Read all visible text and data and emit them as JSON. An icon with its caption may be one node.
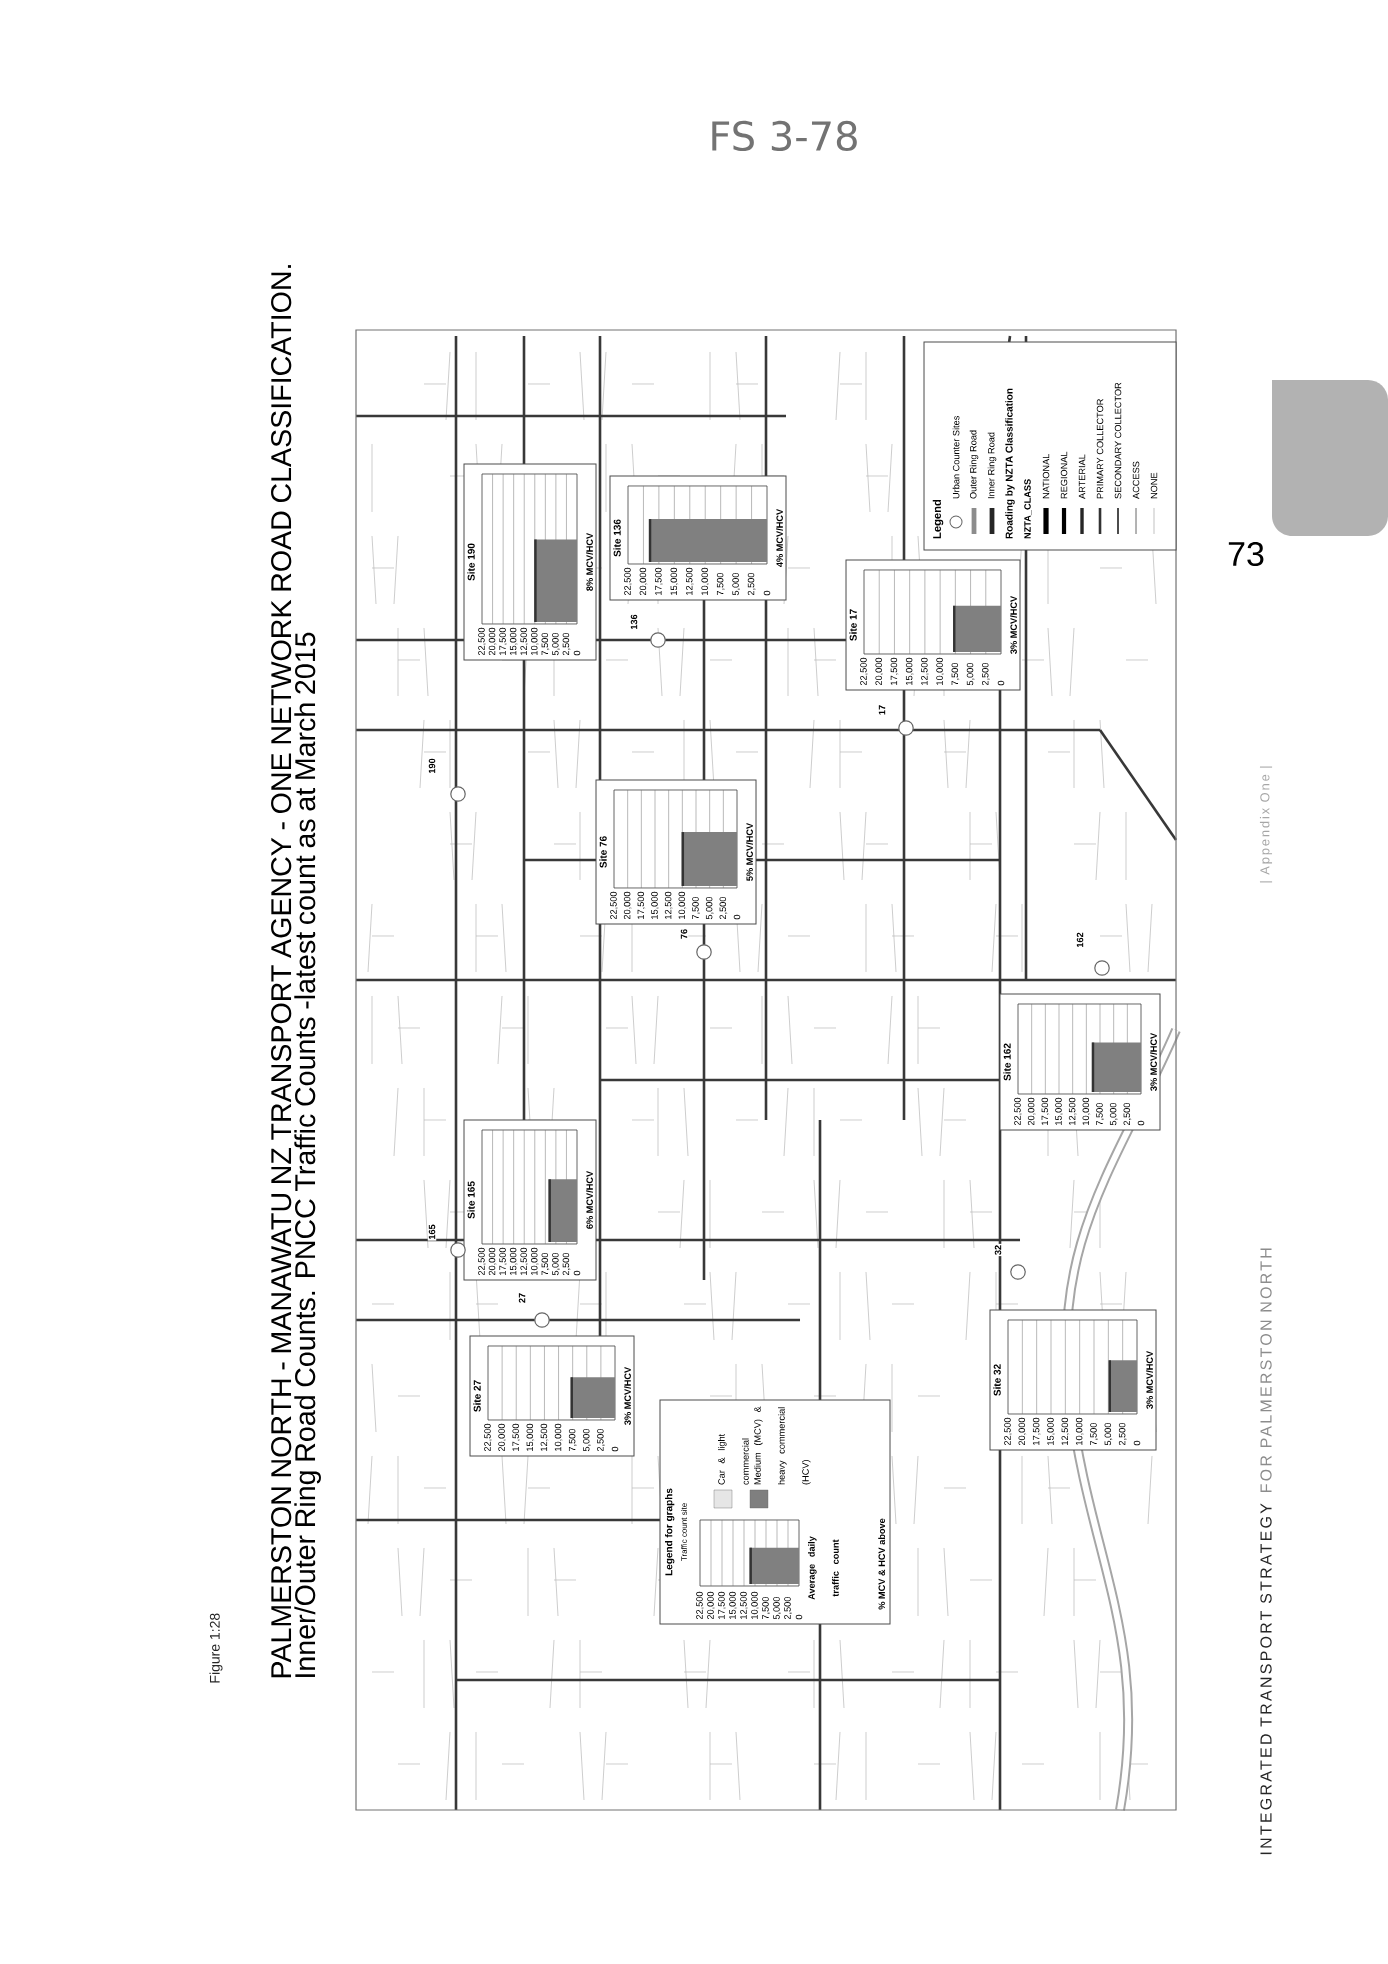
{
  "diagram": {
    "title": "PALMERSTON NORTH - MANAWATU NZ TRANSPORT AGENCY - ONE NETWORK ROAD CLASSIFICATION. Inner/Outer Ring Road Counts. PNCC Traffic Counts -latest count as at March 2015",
    "nodes": [
      {
        "text": [
          "Site 190",
          "22,500",
          "20,000",
          "17,500",
          "15,000",
          "12,500",
          "10,000",
          "7,500",
          "5,000",
          "2,500",
          "0",
          "8% MCV/HCV"
        ]
      },
      {
        "text": [
          "Site 136",
          "22,500",
          "20,000",
          "17,500",
          "15,000",
          "12,500",
          "10,000",
          "7,500",
          "5,000",
          "2,500",
          "0",
          "4% MCV/HCV"
        ]
      },
      {
        "text": [
          "Site 17",
          "22,500",
          "20,000",
          "17,500",
          "15,000",
          "12,500",
          "10,000",
          "7,500",
          "5,000",
          "2,500",
          "0",
          "3% MCV/HCV"
        ]
      },
      {
        "text": [
          "Site 76",
          "22,500",
          "20,000",
          "17,500",
          "15,000",
          "12,500",
          "10,000",
          "7,500",
          "5,000",
          "2,500",
          "0",
          "5% MCV/HCV"
        ]
      },
      {
        "text": [
          "Site 162",
          "22,500",
          "20,000",
          "17,500",
          "15,000",
          "12,500",
          "10,000",
          "7,500",
          "5,000",
          "2,500",
          "0",
          "3% MCV/HCV"
        ]
      },
      {
        "text": [
          "Site 165",
          "22,500",
          "20,000",
          "17,500",
          "15,000",
          "12,500",
          "10,000",
          "7,500",
          "5,000",
          "2,500",
          "0",
          "6% MCV/HCV"
        ]
      },
      {
        "text": [
          "Site 27",
          "22,500",
          "20,000",
          "17,500",
          "15,000",
          "12,500",
          "10,000",
          "7,500",
          "5,000",
          "2,500",
          "0",
          "3% MCV/HCV"
        ]
      },
      {
        "text": [
          "Site 32",
          "22,500",
          "20,000",
          "17,500",
          "15,000",
          "12,500",
          "10,000",
          "7,500",
          "5,000",
          "2,500",
          "0",
          "3% MCV/HCV"
        ]
      },
      {
        "text": [
          "Legend for graphs",
          "Traffic count site",
          "22,500",
          "20,000",
          "17,500",
          "15,000",
          "12,500",
          "10,000",
          "7,500",
          "5,000",
          "2,500",
          "0",
          "Average daily traffic count",
          "% MCV & HCV above"
        ]
      }
    ],
    "labels": [
      "FS 3-78",
      "73",
      "Figure 1:28",
      "190",
      "136",
      "17",
      "76",
      "162",
      "165",
      "27",
      "32",
      "Legend",
      "Roading by NZTA Classification",
      "NZTA_CLASS",
      "INTEGRATED TRANSPORT STRATEGY",
      "FOR PALMERSTON NORTH",
      "| Appendix One |"
    ],
    "legend": [
      {
        "text": "Urban Counter Sites"
      },
      {
        "text": "Outer Ring Road"
      },
      {
        "text": "Inner Ring Road"
      },
      {
        "text": "NATIONAL"
      },
      {
        "text": "REGIONAL"
      },
      {
        "text": "ARTERIAL"
      },
      {
        "text": "PRIMARY COLLECTOR"
      },
      {
        "text": "SECONDARY COLLECTOR"
      },
      {
        "text": "ACCESS"
      },
      {
        "text": "NONE"
      },
      {
        "text": "Car & light commercial",
        "color": "#e6e6e6"
      },
      {
        "text": "Medium (MCV) & heavy commercial (HCV)",
        "color": "#7f7f7f"
      }
    ]
  }
}
